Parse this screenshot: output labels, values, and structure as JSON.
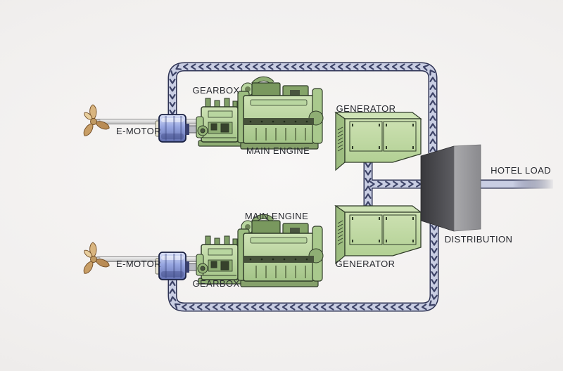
{
  "labels": {
    "gearbox_upper": "GEARBOX",
    "main_engine_upper": "MAIN ENGINE",
    "generator_upper": "GENERATOR",
    "e_motor_upper": "E-MOTOR",
    "hotel_load": "HOTEL LOAD",
    "distribution": "DISTRIBUTION",
    "main_engine_lower": "MAIN ENGINE",
    "e_motor_lower": "E-MOTOR",
    "gearbox_lower": "GEARBOX",
    "generator_lower": "GENERATOR"
  },
  "palette": {
    "background": "#f8f7f6",
    "background_edge": "#e8e6e4",
    "cable_fill": "#c9cee3",
    "cable_edge": "#2e3354",
    "chevron": "#3c4266",
    "generator_green": "#c5dcab",
    "machine_green_dark": "#7f9e66",
    "machine_outline": "#2f3b28",
    "motor_blue": "#96a5e0",
    "shaft_gray": "#d6d6d6",
    "propeller_bronze": "#c89e66",
    "distribution_dark": "#46464a",
    "distribution_light": "#98989c",
    "label_color": "#27292f"
  },
  "icons": {
    "propeller": "propeller-icon",
    "chevron": "chevron-icon"
  }
}
